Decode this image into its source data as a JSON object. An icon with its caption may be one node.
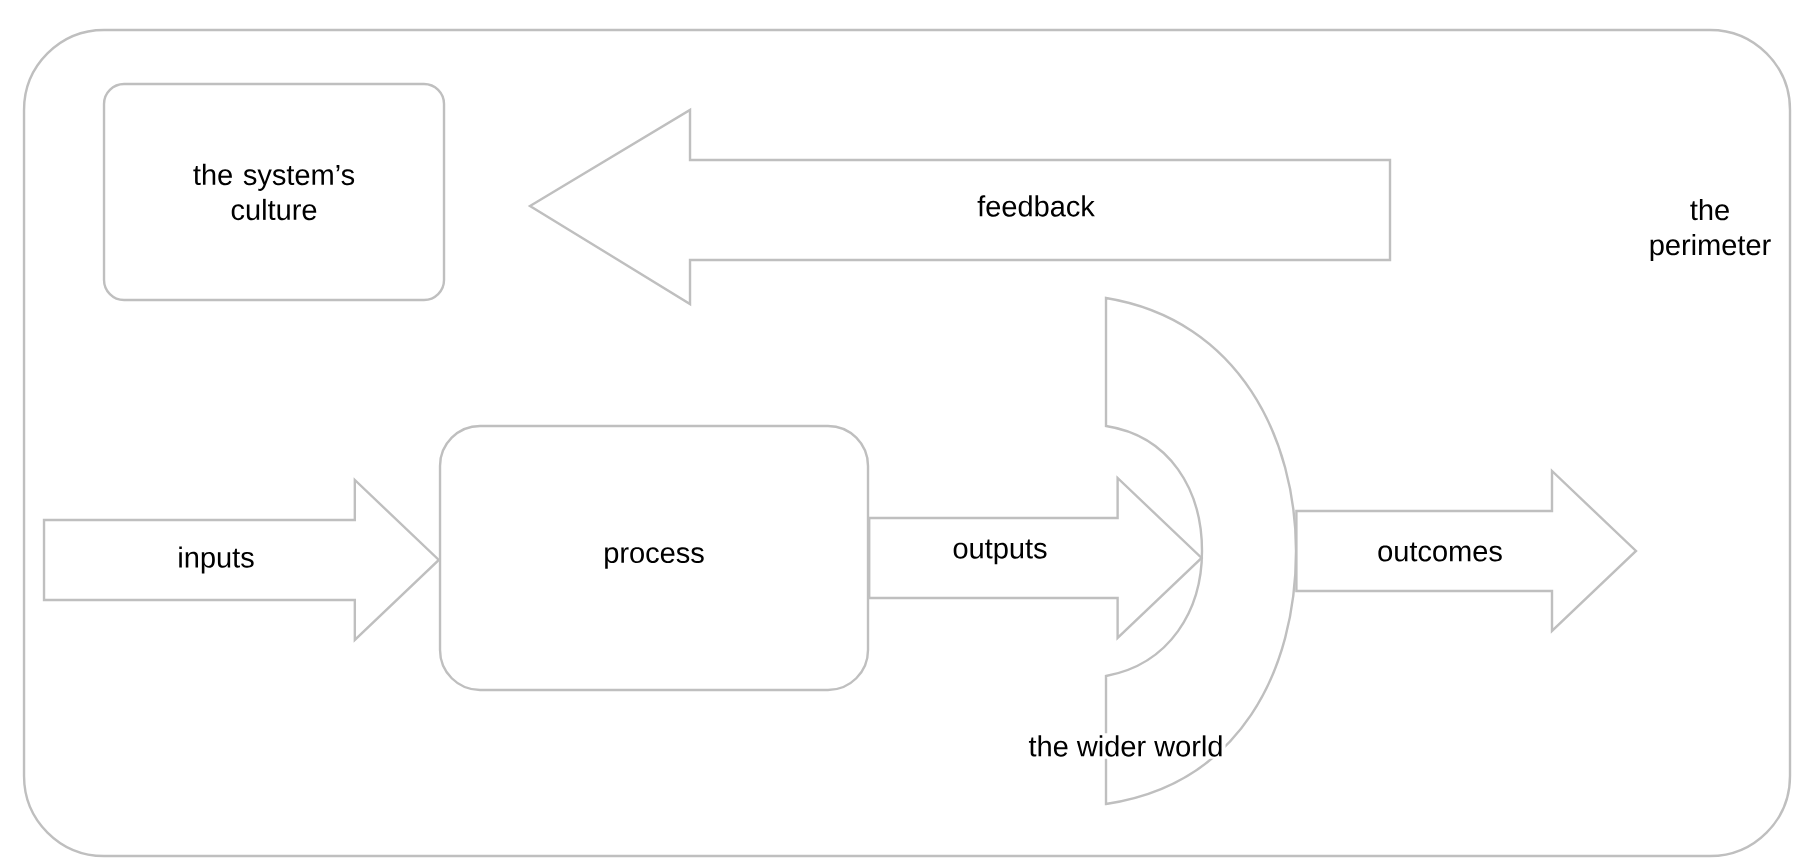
{
  "diagram": {
    "nodes": [
      {
        "text": [
          "the perimeter"
        ]
      },
      {
        "text": [
          "the system’s culture"
        ],
        "in": 0
      },
      {
        "text": [
          "feedback"
        ],
        "in": 0
      },
      {
        "text": [
          "process"
        ],
        "in": 0
      },
      {
        "text": [
          "the wider world"
        ],
        "in": 0
      }
    ],
    "edges": [
      {
        "from": null,
        "to": 3,
        "arrow": "to",
        "label": "inputs"
      },
      {
        "from": 3,
        "to": 4,
        "arrow": "to",
        "label": "outputs"
      },
      {
        "from": 4,
        "to": null,
        "arrow": "to",
        "label": "outcomes"
      }
    ]
  }
}
